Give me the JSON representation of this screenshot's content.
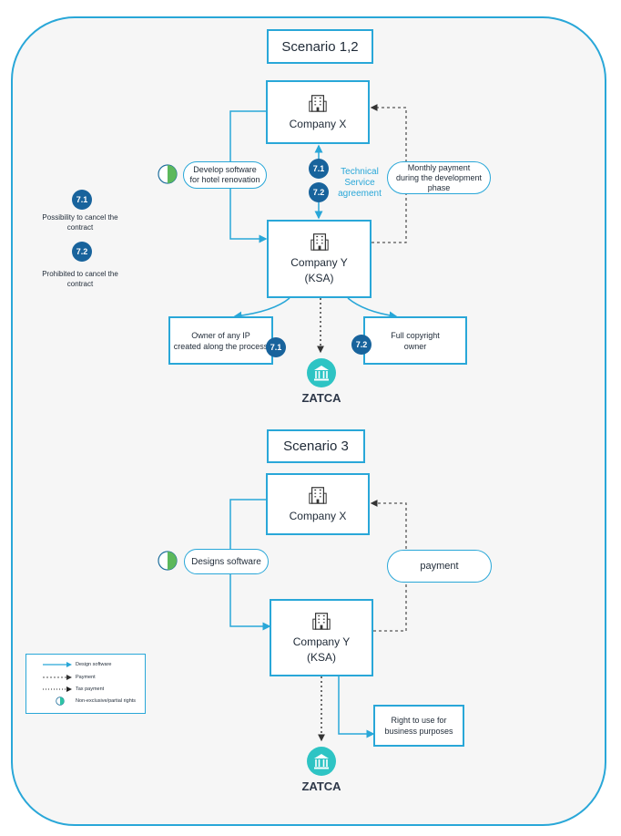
{
  "scenario12": {
    "title": "Scenario 1,2",
    "company_x": "Company X",
    "company_y_line1": "Company Y",
    "company_y_line2": "(KSA)",
    "develop_pill_line1": "Develop software",
    "develop_pill_line2": "for hotel renovation",
    "monthly_pill_line1": "Monthly payment",
    "monthly_pill_line2": "during the development",
    "monthly_pill_line3": "phase",
    "tsa_line1": "Technical",
    "tsa_line2": "Service",
    "tsa_line3": "agreement",
    "badge_71": "7.1",
    "badge_72": "7.2",
    "owner_ip_line1": "Owner of any IP",
    "owner_ip_line2": "created along the process",
    "full_copyright_line1": "Full copyright",
    "full_copyright_line2": "owner",
    "zatca": "ZATCA",
    "side_71_label_line1": "Possibility to cancel the",
    "side_71_label_line2": "contract",
    "side_72_label_line1": "Prohibited to cancel the",
    "side_72_label_line2": "contract"
  },
  "scenario3": {
    "title": "Scenario 3",
    "company_x": "Company X",
    "company_y_line1": "Company Y",
    "company_y_line2": "(KSA)",
    "designs_pill": "Designs software",
    "payment_pill": "payment",
    "right_to_use_line1": "Right to use for",
    "right_to_use_line2": "business purposes",
    "zatca": "ZATCA"
  },
  "legend": {
    "items": [
      {
        "label": "Design software",
        "style": "solid-arrow"
      },
      {
        "label": "Payment",
        "style": "dotted-arrow"
      },
      {
        "label": "Tax payment",
        "style": "dotted-arrow-dark"
      },
      {
        "label": "Non-exclusive/partial rights",
        "style": "half-circle"
      }
    ]
  },
  "colors": {
    "border": "#29a7d8",
    "badge": "#18639c",
    "zatca": "#2ec4c4",
    "half_green": "#5cb85c"
  },
  "icons": {
    "company": "building-icon",
    "zatca": "government-building-icon",
    "rights": "half-circle-icon"
  }
}
